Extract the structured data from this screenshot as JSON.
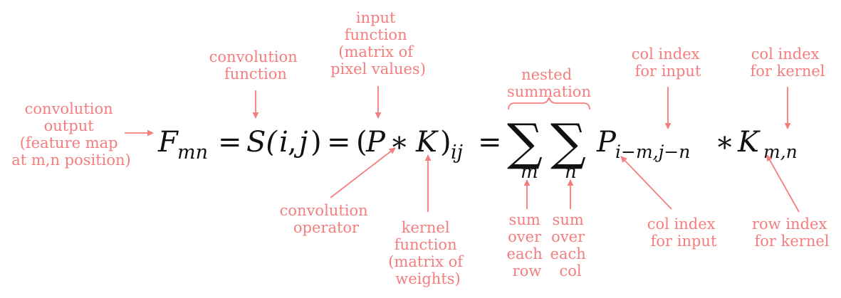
{
  "colors": {
    "annotation": "#f47e7e",
    "equation": "#111111",
    "background": "#ffffff"
  },
  "equation": {
    "F": "F",
    "F_sub": "mn",
    "eq1": "=",
    "S_paren": "S(",
    "S_i": "i",
    "S_comma": ", ",
    "S_j": "j",
    "S_close": ")",
    "eq2": "=",
    "open_paren": "(",
    "P": "P",
    "star1": "∗",
    "K": "K",
    "close_paren": ")",
    "PK_sub": "ij",
    "eq3": "=",
    "sum_symbol": "∑",
    "sum1_sub": "m",
    "sum2_sub": "n",
    "P2": "P",
    "P2_sub": "i−m,j−n",
    "star2": "∗",
    "K2": "K",
    "K2_sub": "m,n"
  },
  "annotations": {
    "convolution_output": [
      "convolution",
      "output",
      "(feature map",
      "at m,n position)"
    ],
    "convolution_function": [
      "convolution",
      "function"
    ],
    "input_function": [
      "input",
      "function",
      "(matrix of",
      "pixel values)"
    ],
    "nested_summation": [
      "nested",
      "summation"
    ],
    "col_index_input_top": [
      "col index",
      "for input"
    ],
    "col_index_kernel": [
      "col index",
      "for kernel"
    ],
    "convolution_operator": [
      "convolution",
      "operator"
    ],
    "kernel_function": [
      "kernel",
      "function",
      "(matrix of",
      "weights)"
    ],
    "sum_each_row": [
      "sum",
      "over",
      "each",
      "row"
    ],
    "sum_each_col": [
      "sum",
      "over",
      "each",
      "col"
    ],
    "col_index_input_bottom": [
      "col index",
      "for input"
    ],
    "row_index_kernel": [
      "row index",
      "for kernel"
    ]
  }
}
